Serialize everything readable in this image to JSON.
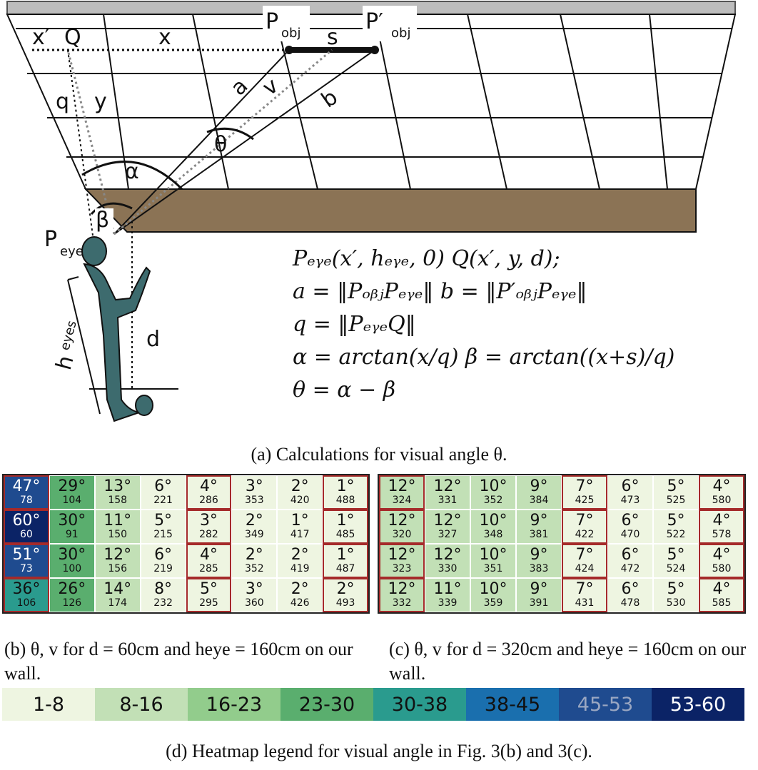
{
  "diagram": {
    "labels": {
      "x_prime": "x′",
      "Q": "Q",
      "x": "x",
      "P_obj": "P",
      "P_obj_sub": "obj",
      "s": "s",
      "P_obj_prime": "P′",
      "P_obj_prime_sub": "obj",
      "q": "q",
      "y": "y",
      "a": "a",
      "v": "v",
      "b": "b",
      "theta": "θ",
      "alpha": "α",
      "beta": "β",
      "P_eye": "P",
      "P_eye_sub": "eye",
      "h": "h",
      "h_sub": "eyes",
      "d": "d"
    },
    "colors": {
      "wall_top": "#bdbdbd",
      "floor": "#8b7355",
      "person": "#3d6b6e",
      "grid": "#111111"
    }
  },
  "formulas": [
    "Pₑᵧₑ(x′, hₑᵧₑ, 0) Q(x′, y, d);",
    "a = ‖PₒᵦⱼPₑᵧₑ‖  b = ‖P′ₒᵦⱼPₑᵧₑ‖",
    "q = ‖PₑᵧₑQ‖",
    "α = arctan(x/q)  β = arctan((x+s)/q)",
    "θ = α − β"
  ],
  "captions": {
    "a": "(a)  Calculations for visual angle θ.",
    "b": "(b)  θ, v for d = 60cm and heye = 160cm on our wall.",
    "c": "(c)  θ, v for d = 320cm and heye = 160cm on our wall.",
    "d": "(d)  Heatmap legend for visual angle in Fig. 3(b) and 3(c)."
  },
  "heatmap_b": [
    [
      {
        "a": "47°",
        "v": "78"
      },
      {
        "a": "29°",
        "v": "104"
      },
      {
        "a": "13°",
        "v": "158"
      },
      {
        "a": "6°",
        "v": "221"
      },
      {
        "a": "4°",
        "v": "286"
      },
      {
        "a": "3°",
        "v": "353"
      },
      {
        "a": "2°",
        "v": "420"
      },
      {
        "a": "1°",
        "v": "488"
      }
    ],
    [
      {
        "a": "60°",
        "v": "60"
      },
      {
        "a": "30°",
        "v": "91"
      },
      {
        "a": "11°",
        "v": "150"
      },
      {
        "a": "5°",
        "v": "215"
      },
      {
        "a": "3°",
        "v": "282"
      },
      {
        "a": "2°",
        "v": "349"
      },
      {
        "a": "1°",
        "v": "417"
      },
      {
        "a": "1°",
        "v": "485"
      }
    ],
    [
      {
        "a": "51°",
        "v": "73"
      },
      {
        "a": "30°",
        "v": "100"
      },
      {
        "a": "12°",
        "v": "156"
      },
      {
        "a": "6°",
        "v": "219"
      },
      {
        "a": "4°",
        "v": "285"
      },
      {
        "a": "2°",
        "v": "352"
      },
      {
        "a": "2°",
        "v": "419"
      },
      {
        "a": "1°",
        "v": "487"
      }
    ],
    [
      {
        "a": "36°",
        "v": "106"
      },
      {
        "a": "26°",
        "v": "126"
      },
      {
        "a": "14°",
        "v": "174"
      },
      {
        "a": "8°",
        "v": "232"
      },
      {
        "a": "5°",
        "v": "295"
      },
      {
        "a": "3°",
        "v": "360"
      },
      {
        "a": "2°",
        "v": "426"
      },
      {
        "a": "2°",
        "v": "493"
      }
    ]
  ],
  "heatmap_c": [
    [
      {
        "a": "12°",
        "v": "324"
      },
      {
        "a": "12°",
        "v": "331"
      },
      {
        "a": "10°",
        "v": "352"
      },
      {
        "a": "9°",
        "v": "384"
      },
      {
        "a": "7°",
        "v": "425"
      },
      {
        "a": "6°",
        "v": "473"
      },
      {
        "a": "5°",
        "v": "525"
      },
      {
        "a": "4°",
        "v": "580"
      }
    ],
    [
      {
        "a": "12°",
        "v": "320"
      },
      {
        "a": "12°",
        "v": "327"
      },
      {
        "a": "10°",
        "v": "348"
      },
      {
        "a": "9°",
        "v": "381"
      },
      {
        "a": "7°",
        "v": "422"
      },
      {
        "a": "6°",
        "v": "470"
      },
      {
        "a": "5°",
        "v": "522"
      },
      {
        "a": "4°",
        "v": "578"
      }
    ],
    [
      {
        "a": "12°",
        "v": "323"
      },
      {
        "a": "12°",
        "v": "330"
      },
      {
        "a": "10°",
        "v": "351"
      },
      {
        "a": "9°",
        "v": "383"
      },
      {
        "a": "7°",
        "v": "424"
      },
      {
        "a": "6°",
        "v": "472"
      },
      {
        "a": "5°",
        "v": "524"
      },
      {
        "a": "4°",
        "v": "580"
      }
    ],
    [
      {
        "a": "12°",
        "v": "332"
      },
      {
        "a": "11°",
        "v": "339"
      },
      {
        "a": "10°",
        "v": "359"
      },
      {
        "a": "9°",
        "v": "391"
      },
      {
        "a": "7°",
        "v": "431"
      },
      {
        "a": "6°",
        "v": "478"
      },
      {
        "a": "5°",
        "v": "530"
      },
      {
        "a": "4°",
        "v": "585"
      }
    ]
  ],
  "highlight_columns": [
    0,
    4,
    7
  ],
  "legend": [
    {
      "label": "1-8",
      "min": 1,
      "max": 8,
      "bg": "#eef5e1",
      "fg": "#111111"
    },
    {
      "label": "8-16",
      "min": 8,
      "max": 16,
      "bg": "#c2e0b6",
      "fg": "#111111"
    },
    {
      "label": "16-23",
      "min": 16,
      "max": 23,
      "bg": "#92cc8c",
      "fg": "#111111"
    },
    {
      "label": "23-30",
      "min": 23,
      "max": 30,
      "bg": "#5aae6e",
      "fg": "#111111"
    },
    {
      "label": "30-38",
      "min": 30,
      "max": 38,
      "bg": "#2a9b8e",
      "fg": "#111111"
    },
    {
      "label": "38-45",
      "min": 38,
      "max": 45,
      "bg": "#1a6fae",
      "fg": "#111111"
    },
    {
      "label": "45-53",
      "min": 45,
      "max": 53,
      "bg": "#1f4b8f",
      "fg": "#9aa7c2"
    },
    {
      "label": "53-60",
      "min": 53,
      "max": 60,
      "bg": "#0b2366",
      "fg": "#ffffff"
    }
  ]
}
